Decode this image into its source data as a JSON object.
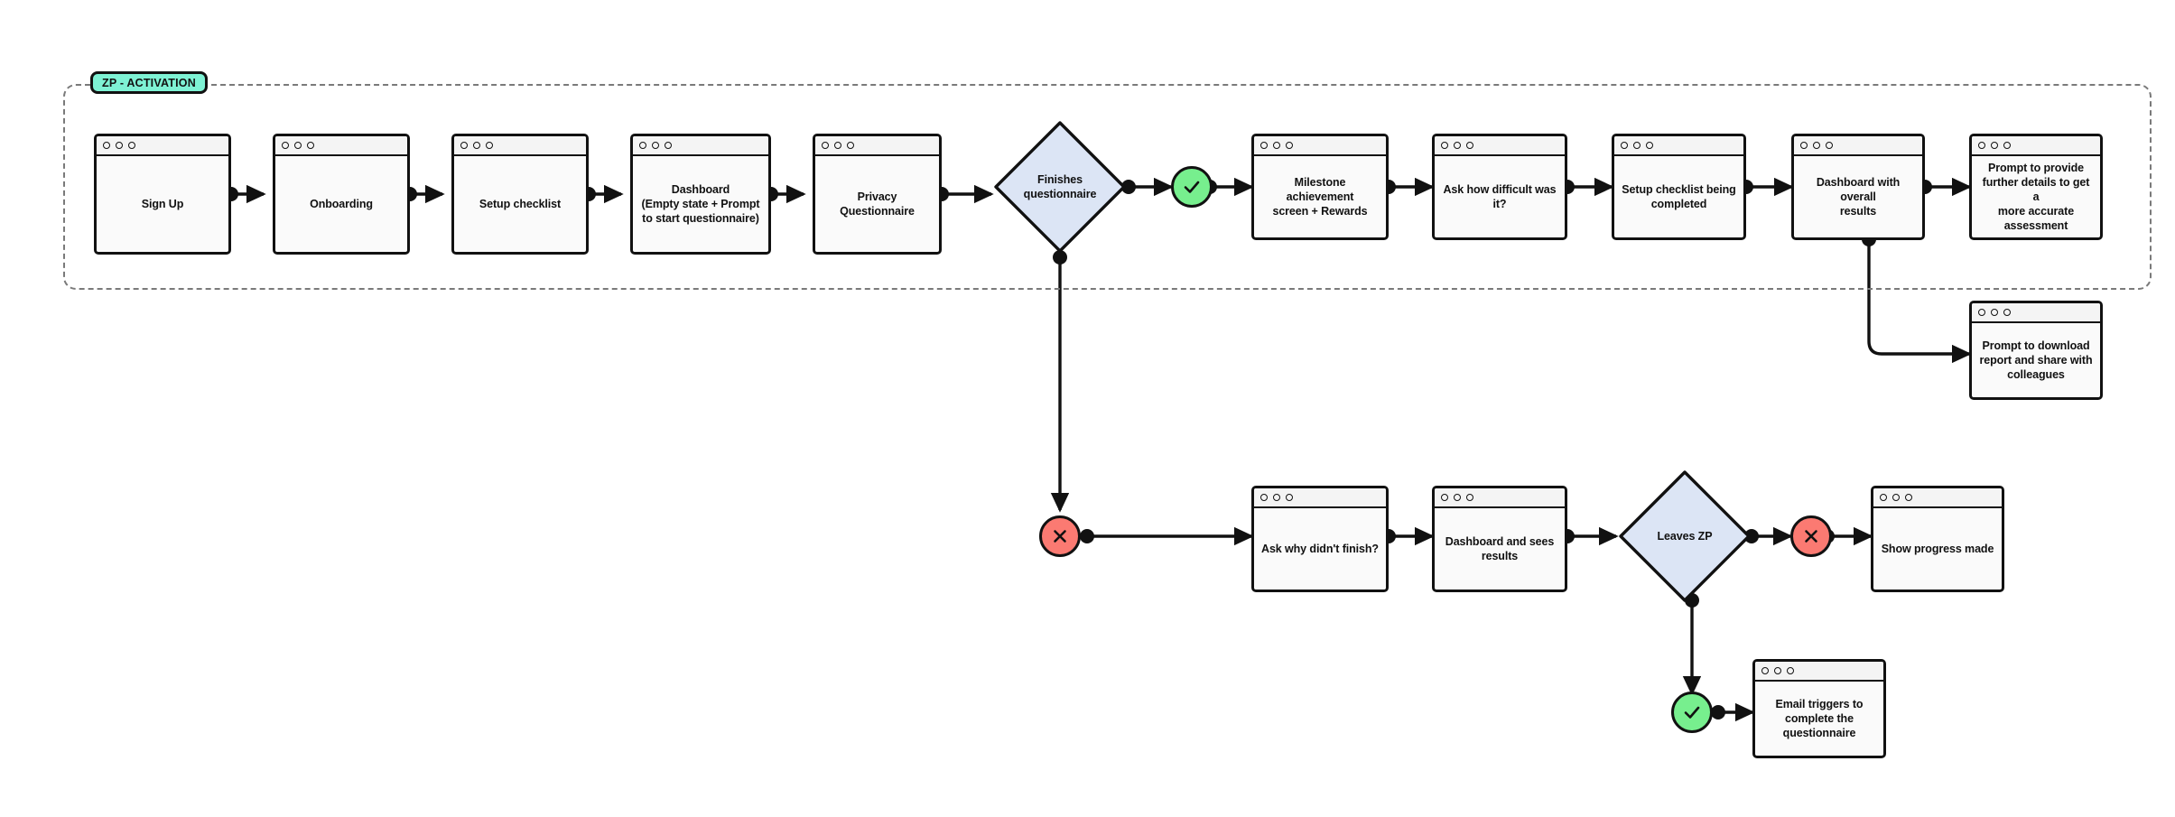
{
  "diagram": {
    "title": "ZP - ACTIVATION user flow",
    "colors": {
      "group_badge_fill": "#7ef2d4",
      "diamond_fill": "#dce5f5",
      "success_fill": "#77ef8e",
      "fail_fill": "#fb7a72",
      "screen_fill": "#fafafa",
      "stroke": "#111111",
      "group_border": "#7a7a7a"
    },
    "group": {
      "badge_label": "ZP - ACTIVATION"
    },
    "nodes": {
      "sign_up": {
        "label": "Sign Up",
        "type": "screen"
      },
      "onboarding": {
        "label": "Onboarding",
        "type": "screen"
      },
      "setup_checklist": {
        "label": "Setup checklist",
        "type": "screen"
      },
      "dashboard_empty": {
        "label": "Dashboard\n(Empty state + Prompt\nto start questionnaire)",
        "type": "screen"
      },
      "privacy_questionnaire": {
        "label": "Privacy Questionnaire",
        "type": "screen"
      },
      "finishes_questionnaire": {
        "label": "Finishes\nquestionnaire",
        "type": "decision"
      },
      "success_top": {
        "label": "check-mark",
        "type": "success-marker"
      },
      "milestone": {
        "label": "Milestone achievement\nscreen + Rewards",
        "type": "screen"
      },
      "ask_difficulty": {
        "label": "Ask how difficult was it?",
        "type": "screen"
      },
      "checklist_completed": {
        "label": "Setup checklist being\ncompleted",
        "type": "screen"
      },
      "dashboard_results": {
        "label": "Dashboard with overall\nresults",
        "type": "screen"
      },
      "prompt_details": {
        "label": "Prompt to provide\nfurther details to get a\nmore accurate\nassessment",
        "type": "screen"
      },
      "prompt_download": {
        "label": "Prompt to download\nreport and share with\ncolleagues",
        "type": "screen"
      },
      "fail_questionnaire": {
        "label": "cross-mark",
        "type": "fail-marker"
      },
      "ask_why": {
        "label": "Ask why didn't finish?",
        "type": "screen"
      },
      "dashboard_sees": {
        "label": "Dashboard and sees\nresults",
        "type": "screen"
      },
      "leaves_zp": {
        "label": "Leaves ZP",
        "type": "decision"
      },
      "fail_leaves": {
        "label": "cross-mark",
        "type": "fail-marker"
      },
      "show_progress": {
        "label": "Show progress made",
        "type": "screen"
      },
      "success_bottom": {
        "label": "check-mark",
        "type": "success-marker"
      },
      "email_triggers": {
        "label": "Email triggers to\ncomplete the\nquestionnaire",
        "type": "screen"
      }
    },
    "edges": [
      {
        "from": "sign_up",
        "to": "onboarding"
      },
      {
        "from": "onboarding",
        "to": "setup_checklist"
      },
      {
        "from": "setup_checklist",
        "to": "dashboard_empty"
      },
      {
        "from": "dashboard_empty",
        "to": "privacy_questionnaire"
      },
      {
        "from": "privacy_questionnaire",
        "to": "finishes_questionnaire"
      },
      {
        "from": "finishes_questionnaire",
        "to": "success_top"
      },
      {
        "from": "success_top",
        "to": "milestone"
      },
      {
        "from": "milestone",
        "to": "ask_difficulty"
      },
      {
        "from": "ask_difficulty",
        "to": "checklist_completed"
      },
      {
        "from": "checklist_completed",
        "to": "dashboard_results"
      },
      {
        "from": "dashboard_results",
        "to": "prompt_details"
      },
      {
        "from": "dashboard_results",
        "to": "prompt_download"
      },
      {
        "from": "finishes_questionnaire",
        "to": "fail_questionnaire"
      },
      {
        "from": "fail_questionnaire",
        "to": "ask_why"
      },
      {
        "from": "ask_why",
        "to": "dashboard_sees"
      },
      {
        "from": "dashboard_sees",
        "to": "leaves_zp"
      },
      {
        "from": "leaves_zp",
        "to": "fail_leaves"
      },
      {
        "from": "fail_leaves",
        "to": "show_progress"
      },
      {
        "from": "leaves_zp",
        "to": "success_bottom"
      },
      {
        "from": "success_bottom",
        "to": "email_triggers"
      }
    ]
  }
}
